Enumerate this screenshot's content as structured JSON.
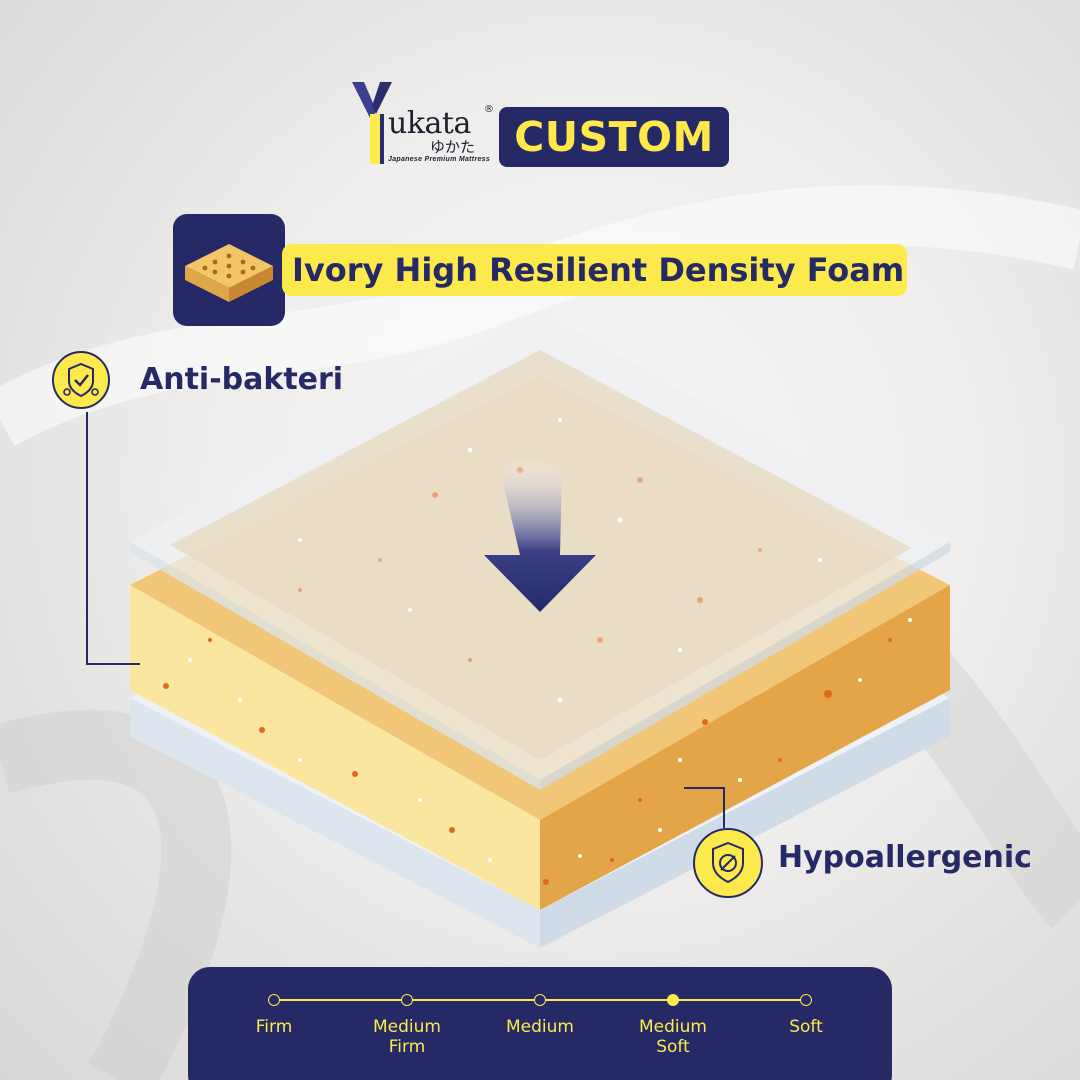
{
  "brand": {
    "logo_text": "ukata",
    "registered": "®",
    "kana": "ゆかた",
    "tagline": "Japanese Premium Mattress",
    "badge": "CUSTOM",
    "colors": {
      "navy": "#252a66",
      "yellow": "#fcea4d"
    }
  },
  "product": {
    "icon": "foam-block-icon",
    "title": "Ivory High Resilient Density Foam"
  },
  "features": [
    {
      "label": "Anti-bakteri",
      "icon": "shield-bacteria-icon"
    },
    {
      "label": "Hypoallergenic",
      "icon": "shield-allergen-icon"
    }
  ],
  "firmness_scale": {
    "levels": [
      {
        "label": "Firm",
        "active": false
      },
      {
        "label": "Medium\nFirm",
        "active": false
      },
      {
        "label": "Medium",
        "active": false
      },
      {
        "label": "Medium\nSoft",
        "active": true
      },
      {
        "label": "Soft",
        "active": false
      }
    ]
  }
}
